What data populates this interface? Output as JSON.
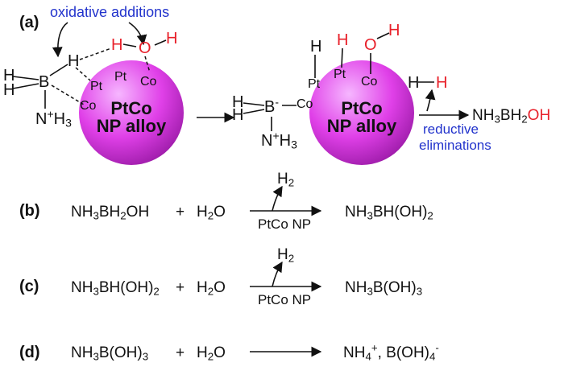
{
  "panel_a": {
    "label": "(a)",
    "oxidative_additions": "oxidative additions",
    "reductive_eliminations_1": "reductive",
    "reductive_eliminations_2": "eliminations",
    "np_line1": "PtCo",
    "np_line2": "NP alloy",
    "left": {
      "h1": "H",
      "h2": "H",
      "b": "B",
      "h_bridge": "H",
      "h_water": "H",
      "o": "O",
      "h_water2": "H",
      "pt1": "Pt",
      "pt2": "Pt",
      "co1": "Co",
      "co2": "Co",
      "n": "N",
      "n_sup": "+",
      "h3": "H",
      "h3_sub": "3"
    },
    "right": {
      "h1": "H",
      "h2": "H",
      "b": "B",
      "b_sup": "-",
      "co_b": "Co",
      "h_pt1": "H",
      "h_pt2": "H",
      "o": "O",
      "h_o": "H",
      "pt1": "Pt",
      "pt2": "Pt",
      "co": "Co",
      "n": "N",
      "n_sup": "+",
      "h3": "H",
      "h3_sub": "3"
    },
    "released_h": "H",
    "released_h2": "H",
    "product_1": "NH",
    "product_sub1": "3",
    "product_2": "BH",
    "product_sub2": "2",
    "product_oh": "OH"
  },
  "panel_b": {
    "label": "(b)",
    "reactant_a": "NH",
    "reactant_a_sub": "3",
    "reactant_b": "BH",
    "reactant_b_sub": "2",
    "reactant_c": "OH",
    "plus": "+",
    "water": "H",
    "water_sub": "2",
    "water_o": "O",
    "gas": "H",
    "gas_sub": "2",
    "catalyst": "PtCo NP",
    "product_a": "NH",
    "product_a_sub": "3",
    "product_b": "BH(OH)",
    "product_b_sub": "2"
  },
  "panel_c": {
    "label": "(c)",
    "reactant_a": "NH",
    "reactant_a_sub": "3",
    "reactant_b": "BH(OH)",
    "reactant_b_sub": "2",
    "plus": "+",
    "water": "H",
    "water_sub": "2",
    "water_o": "O",
    "gas": "H",
    "gas_sub": "2",
    "catalyst": "PtCo NP",
    "product_a": "NH",
    "product_a_sub": "3",
    "product_b": "B(OH)",
    "product_b_sub": "3"
  },
  "panel_d": {
    "label": "(d)",
    "reactant_a": "NH",
    "reactant_a_sub": "3",
    "reactant_b": "B(OH)",
    "reactant_b_sub": "3",
    "plus": "+",
    "water": "H",
    "water_sub": "2",
    "water_o": "O",
    "product_a": "NH",
    "product_a_sub": "4",
    "product_a_sup": "+",
    "product_sep": ", B(OH)",
    "product_b_sub": "4",
    "product_b_sup": "-"
  },
  "colors": {
    "sphere_light": "#f6b6ff",
    "sphere_mid": "#e040e8",
    "sphere_dark": "#9a1aa6",
    "red": "#e8202a",
    "blue": "#2233cc",
    "ink": "#111111"
  }
}
